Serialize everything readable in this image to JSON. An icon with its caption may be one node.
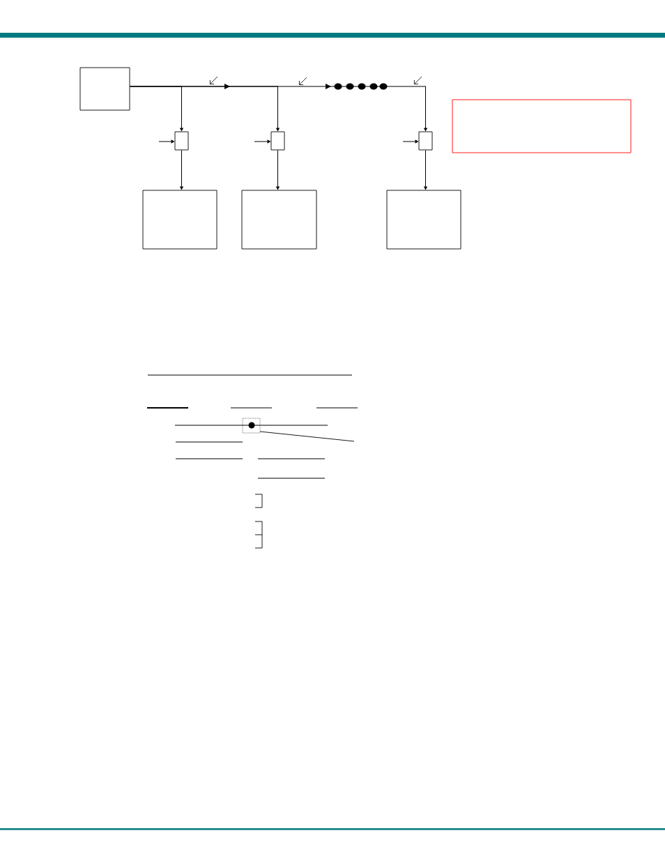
{
  "diagram": {
    "nodes": [
      {
        "text": [],
        "shape": "box"
      },
      {
        "text": [],
        "shape": "box"
      },
      {
        "text": [],
        "shape": "box"
      },
      {
        "text": [],
        "shape": "box"
      },
      {
        "text": [],
        "shape": "box"
      },
      {
        "text": [],
        "shape": "box"
      },
      {
        "text": [],
        "shape": "box"
      },
      {
        "text": [],
        "shape": "box"
      }
    ],
    "edges": [
      {
        "from": 0,
        "to": 1,
        "arrow": "to"
      },
      {
        "from": 0,
        "to": 2,
        "arrow": "to"
      },
      {
        "from": 0,
        "to": 3,
        "arrow": "to"
      },
      {
        "from": null,
        "to": 1,
        "arrow": "to"
      },
      {
        "from": null,
        "to": 2,
        "arrow": "to"
      },
      {
        "from": null,
        "to": 3,
        "arrow": "to"
      },
      {
        "from": 1,
        "to": 4,
        "arrow": "to"
      },
      {
        "from": 2,
        "to": 5,
        "arrow": "to"
      },
      {
        "from": 3,
        "to": 6,
        "arrow": "to"
      }
    ]
  }
}
